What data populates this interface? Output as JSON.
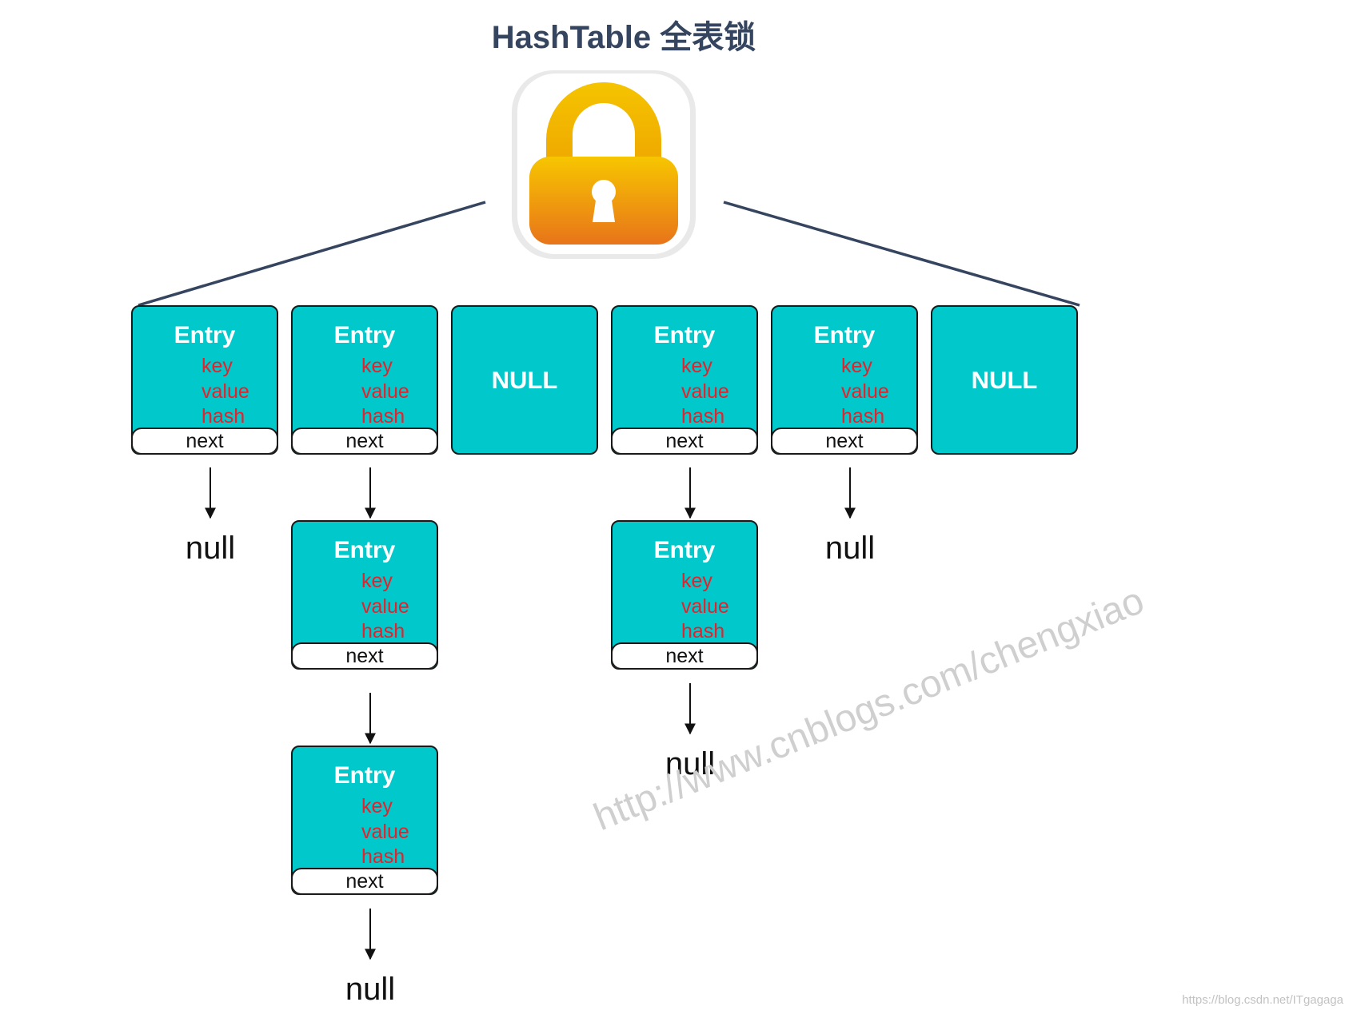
{
  "title": "HashTable 全表锁",
  "labels": {
    "entry": "Entry",
    "key": "key",
    "value": "value",
    "hash": "hash",
    "next": "next",
    "null_slot": "NULL",
    "null_end": "null"
  },
  "table_slots": [
    "Entry",
    "Entry",
    "NULL",
    "Entry",
    "Entry",
    "NULL"
  ],
  "chains": [
    {
      "slot": 0,
      "entries": 0
    },
    {
      "slot": 1,
      "entries": 2
    },
    {
      "slot": 3,
      "entries": 1
    },
    {
      "slot": 4,
      "entries": 0
    }
  ],
  "lock_icon": "padlock-icon",
  "colors": {
    "entry_fill": "#00c8cb",
    "field_text": "#e8202a",
    "title_text": "#35445f",
    "lock_top": "#f7c600",
    "lock_bottom": "#e8741a"
  },
  "watermark": "http://www.cnblogs.com/chengxiao",
  "credit": "https://blog.csdn.net/ITgagaga"
}
